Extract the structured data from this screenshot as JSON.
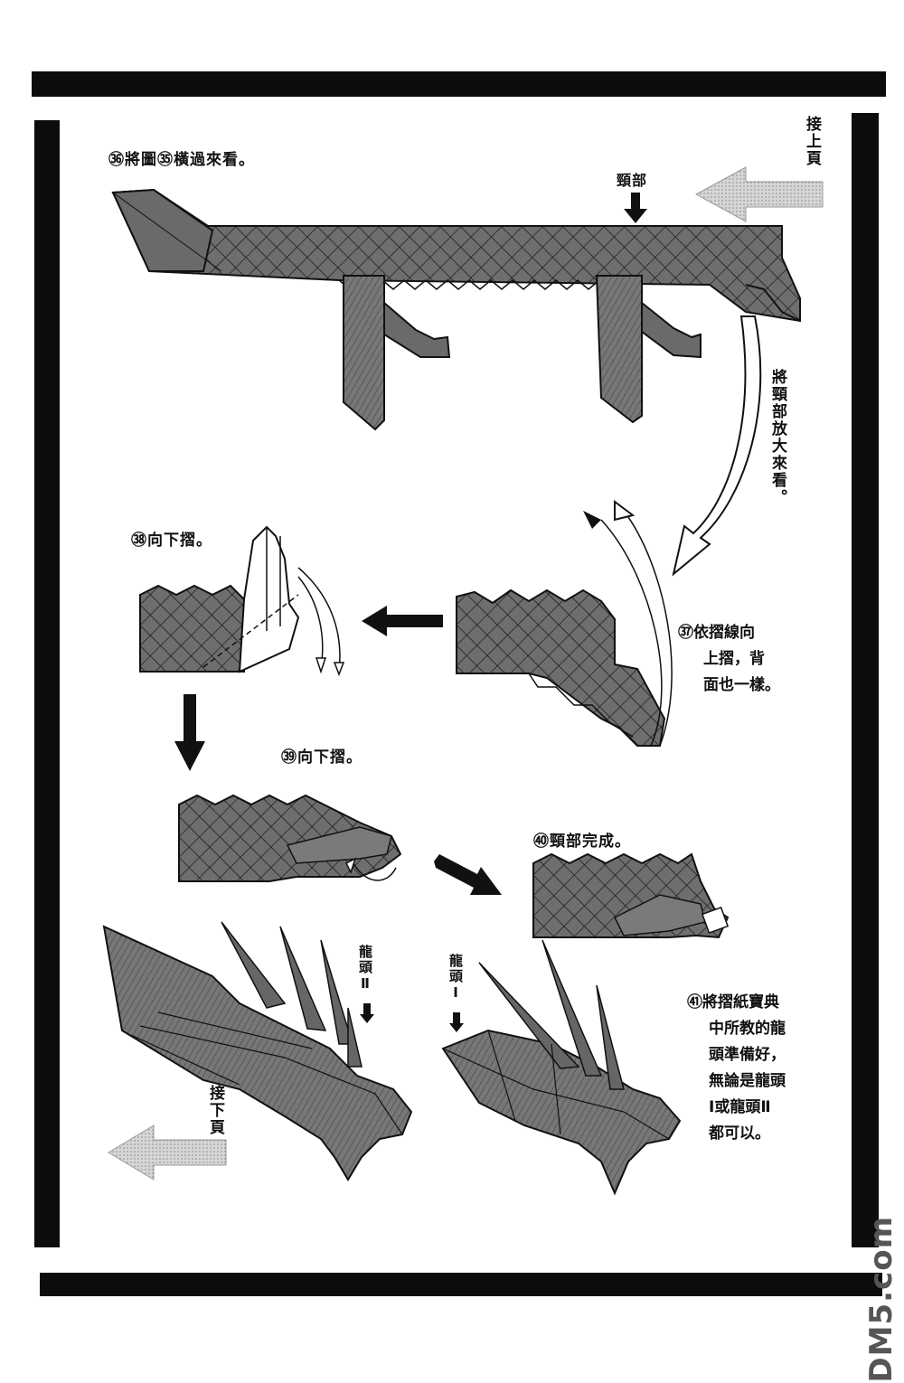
{
  "steps": {
    "s36": "㊱將圖㉟橫過來看。",
    "s37": [
      "㊲依摺線向",
      "上摺，背",
      "面也一樣。"
    ],
    "s38": "㊳向下摺。",
    "s39": "㊴向下摺。",
    "s40": "㊵頸部完成。",
    "s41": [
      "㊶將摺紙寶典",
      "中所教的龍",
      "頭準備好，",
      "無論是龍頭",
      "Ⅰ或龍頭Ⅱ",
      "都可以。"
    ]
  },
  "labels": {
    "prev_page": "接上頁",
    "next_page": "接下頁",
    "neck": "頸部",
    "zoom": "將頸部放大來看。",
    "head1": "龍頭Ⅰ",
    "head2": "龍頭Ⅱ"
  },
  "watermark": "DM5.com",
  "colors": {
    "ink": "#0c0c0c",
    "paper": "#6e6e6e",
    "arrow_gray": "#bdbdbd"
  }
}
